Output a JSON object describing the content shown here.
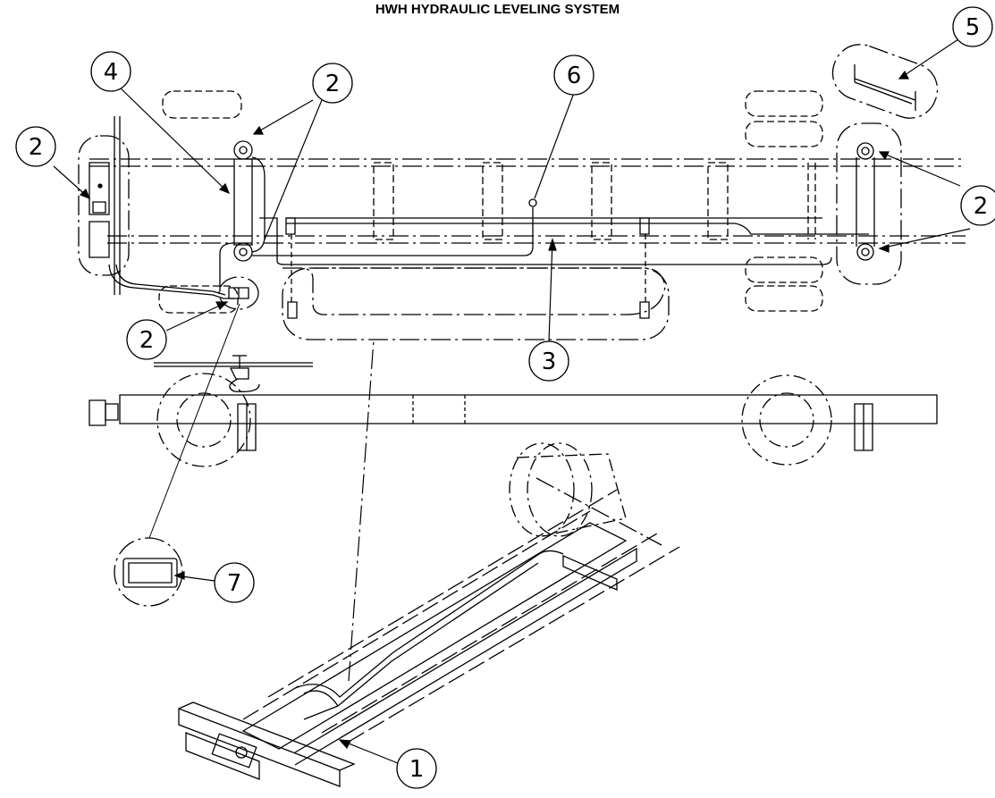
{
  "title": "HWH HYDRAULIC LEVELING SYSTEM",
  "callouts": [
    "1",
    "2",
    "3",
    "4",
    "5",
    "6",
    "7"
  ]
}
